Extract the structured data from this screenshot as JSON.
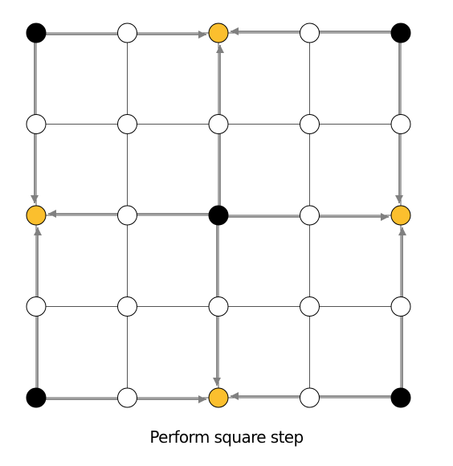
{
  "caption": "Perform square step",
  "colors": {
    "grid_line": "#555555",
    "arrow": "#808080",
    "node_black": "#000000",
    "node_highlight": "#FBBF2E",
    "node_empty": "#ffffff",
    "node_stroke": "#000000"
  },
  "grid": {
    "rows": 5,
    "cols": 5,
    "node_states": [
      [
        "black",
        "empty",
        "highlight",
        "empty",
        "black"
      ],
      [
        "empty",
        "empty",
        "empty",
        "empty",
        "empty"
      ],
      [
        "highlight",
        "empty",
        "black",
        "empty",
        "highlight"
      ],
      [
        "empty",
        "empty",
        "empty",
        "empty",
        "empty"
      ],
      [
        "black",
        "empty",
        "highlight",
        "empty",
        "black"
      ]
    ]
  },
  "arrows": [
    {
      "from": [
        0,
        0
      ],
      "to": [
        0,
        2
      ]
    },
    {
      "from": [
        0,
        4
      ],
      "to": [
        0,
        2
      ]
    },
    {
      "from": [
        0,
        0
      ],
      "to": [
        2,
        0
      ]
    },
    {
      "from": [
        4,
        0
      ],
      "to": [
        2,
        0
      ]
    },
    {
      "from": [
        0,
        4
      ],
      "to": [
        2,
        4
      ]
    },
    {
      "from": [
        4,
        4
      ],
      "to": [
        2,
        4
      ]
    },
    {
      "from": [
        4,
        0
      ],
      "to": [
        4,
        2
      ]
    },
    {
      "from": [
        4,
        4
      ],
      "to": [
        4,
        2
      ]
    },
    {
      "from": [
        2,
        2
      ],
      "to": [
        0,
        2
      ]
    },
    {
      "from": [
        2,
        2
      ],
      "to": [
        4,
        2
      ]
    },
    {
      "from": [
        2,
        2
      ],
      "to": [
        2,
        0
      ]
    },
    {
      "from": [
        2,
        2
      ],
      "to": [
        2,
        4
      ]
    }
  ]
}
